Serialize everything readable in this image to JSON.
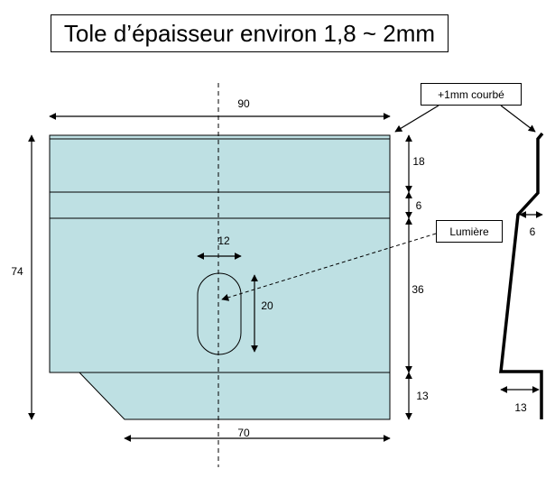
{
  "title": "Tole d’épaisseur environ 1,8 ~ 2mm",
  "callouts": {
    "bend": "+1mm courbé",
    "slot": "Lumière"
  },
  "dimensions": {
    "top_width": "90",
    "bottom_width": "70",
    "total_height": "74",
    "band_top": "18",
    "band_second": "6",
    "band_middle": "36",
    "band_bottom": "13",
    "slot_width": "12",
    "slot_height": "20",
    "profile_offset": "6",
    "profile_foot": "13"
  },
  "colors": {
    "plate_fill": "#bee0e3",
    "line": "#000000"
  }
}
